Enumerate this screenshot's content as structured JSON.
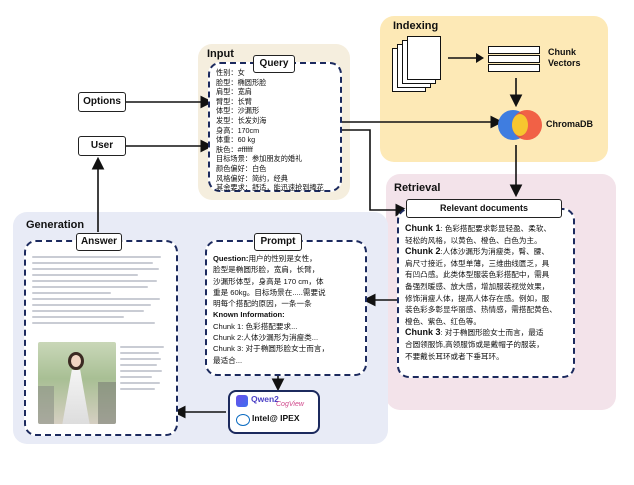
{
  "colors": {
    "input_panel": "#f5eede",
    "indexing_panel": "#fde9b6",
    "retrieval_panel": "#f3e3ea",
    "generation_panel": "#e8ebf6",
    "dash_border": "#1c2a5e",
    "arrow": "#111111"
  },
  "labels": {
    "indexing": "Indexing",
    "input": "Input",
    "retrieval": "Retrieval",
    "generation": "Generation",
    "options": "Options",
    "user": "User",
    "query": "Query",
    "relevant_documents": "Relevant documents",
    "prompt": "Prompt",
    "answer": "Answer",
    "chunk_vectors_1": "Chunk",
    "chunk_vectors_2": "Vectors",
    "chromadb": "ChromaDB"
  },
  "query_lines": [
    "性别：女",
    "脸型：椭圆形脸",
    "肩型：宽肩",
    "臂型：长臂",
    "体型：沙漏形",
    "发型：长发刘海",
    "身高：170cm",
    "体重：60 kg",
    "肤色：#ffffff",
    "目标场景：参加朋友的婚礼",
    "颜色偏好：白色",
    "风格偏好：简约，经典",
    "其余要求：舒适，能迅速抢到捧花"
  ],
  "retrieval_lines": [
    {
      "bold": "Chunk 1",
      "text": ": 色彩搭配要求彰显轻盈、柔软、"
    },
    {
      "bold": "",
      "text": "轻松的风格，以黄色、橙色、白色为主。"
    },
    {
      "bold": "Chunk 2",
      "text": ":人体沙漏形为消瘦类，臀、腰、"
    },
    {
      "bold": "",
      "text": "肩尺寸接近，体型单薄，三维曲线匮乏，具"
    },
    {
      "bold": "",
      "text": "有凹凸感。此类体型服装色彩搭配中，需具"
    },
    {
      "bold": "",
      "text": "备强烈暖感、放大感，增加服装视觉效果，"
    },
    {
      "bold": "",
      "text": "修饰消瘦人体，提高人体存在感。例如，服"
    },
    {
      "bold": "",
      "text": "装色彩多彰显华丽感、热情感，需搭配黄色、"
    },
    {
      "bold": "",
      "text": "橙色、紫色、红色等。"
    },
    {
      "bold": "Chunk 3",
      "text": ": 对于椭圆形脸女士而言，最适"
    },
    {
      "bold": "",
      "text": "合圆领服饰,高领服饰或是戴帽子的服装，"
    },
    {
      "bold": "",
      "text": "不要戴长耳环或者下垂耳环。"
    }
  ],
  "prompt_lines": [
    {
      "bold": "Question:",
      "text": "用户的性别是女性，"
    },
    {
      "bold": "",
      "text": "脸型是椭圆形脸，宽肩，长臂，"
    },
    {
      "bold": "",
      "text": "沙漏形体型，身高是 170 cm，体"
    },
    {
      "bold": "",
      "text": "重是 60kg。目标场景在.....需要说"
    },
    {
      "bold": "",
      "text": "明每个搭配的原因，一条一条"
    },
    {
      "bold": "Known Information:",
      "text": ""
    },
    {
      "bold": "",
      "text": "Chunk 1: 色彩搭配要求..."
    },
    {
      "bold": "",
      "text": "Chunk 2:人体沙漏形为消瘦类..."
    },
    {
      "bold": "",
      "text": "Chunk 3: 对于椭圆形脸女士而言，"
    },
    {
      "bold": "",
      "text": "最适合..."
    }
  ],
  "logos": {
    "qwen": "Qwen2",
    "cogview": "CogView",
    "intel": "Intel@ IPEX"
  }
}
